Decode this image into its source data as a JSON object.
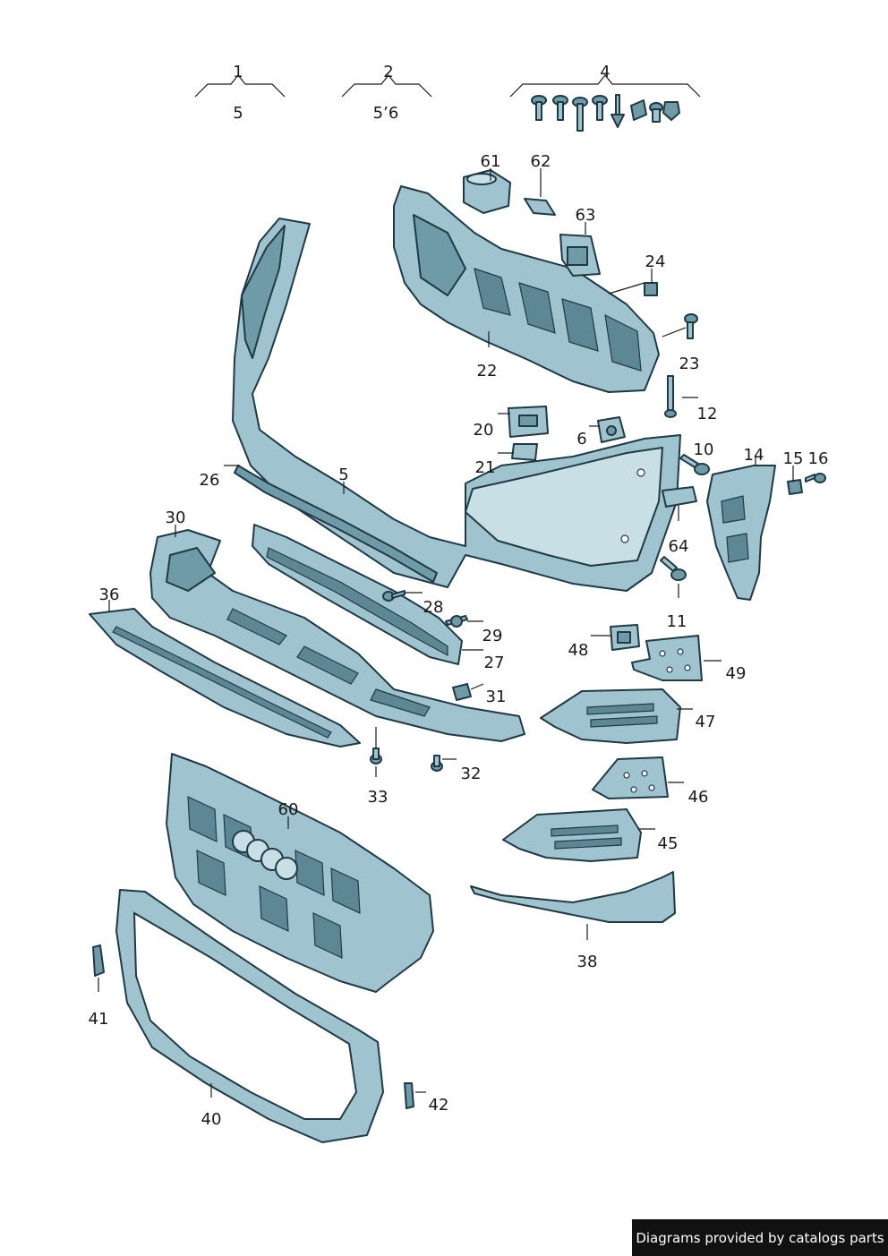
{
  "footer": {
    "credit": "Diagrams provided by catalogs parts"
  },
  "groups": {
    "g1": {
      "top": "1",
      "bottom": "5"
    },
    "g2": {
      "top": "2",
      "bottom": "5’6"
    },
    "g4": {
      "top": "4"
    }
  },
  "labels": {
    "l61": "61",
    "l62": "62",
    "l63": "63",
    "l24": "24",
    "l22": "22",
    "l23": "23",
    "l12": "12",
    "l20": "20",
    "l6": "6",
    "l10": "10",
    "l14": "14",
    "l15": "15",
    "l16": "16",
    "l21": "21",
    "l26": "26",
    "l5": "5",
    "l30": "30",
    "l64": "64",
    "l36": "36",
    "l28": "28",
    "l11": "11",
    "l29": "29",
    "l48": "48",
    "l49": "49",
    "l27": "27",
    "l31": "31",
    "l47": "47",
    "l33": "33",
    "l32": "32",
    "l46": "46",
    "l60": "60",
    "l45": "45",
    "l38": "38",
    "l41": "41",
    "l42": "42",
    "l40": "40"
  }
}
